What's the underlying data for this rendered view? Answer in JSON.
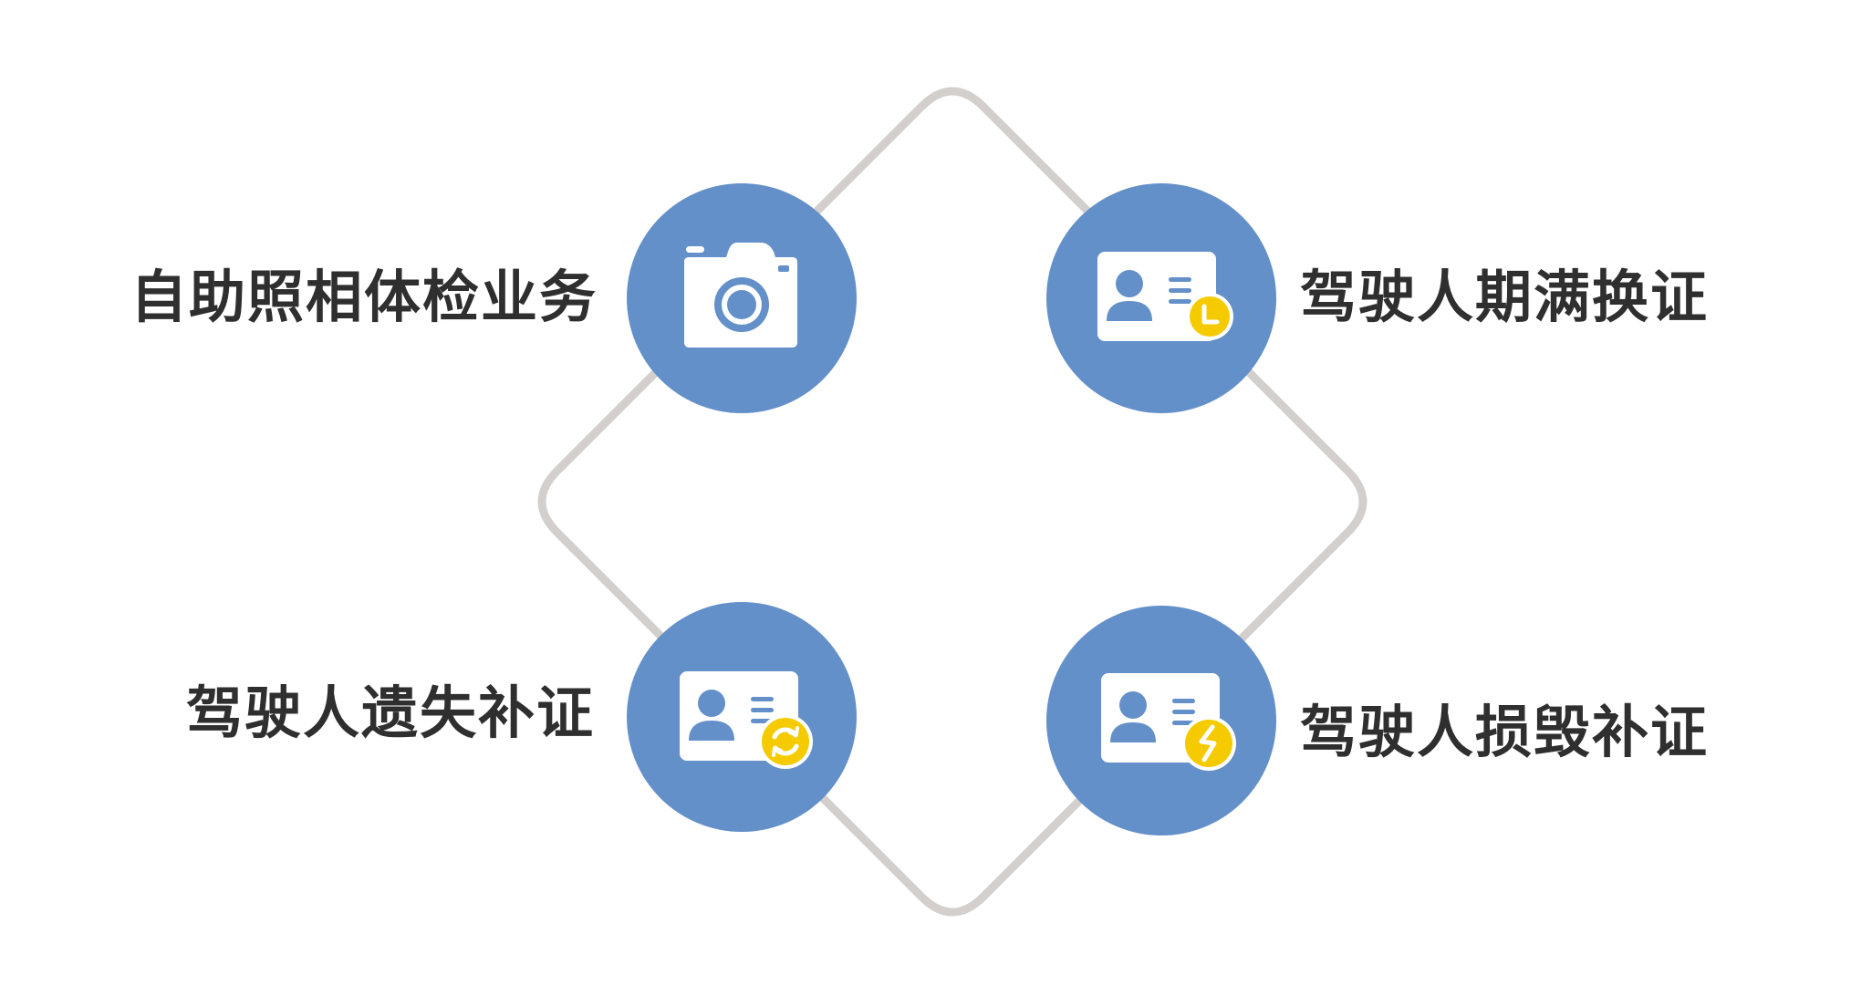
{
  "colors": {
    "circle": "#6490C9",
    "outline": "#D3CFCC",
    "card": "#FFFFFF",
    "accent": "#F5CB00",
    "text": "#2F2F2F"
  },
  "nodes": [
    {
      "id": "tl",
      "label": "自助照相体检业务",
      "icon": "camera-icon"
    },
    {
      "id": "tr",
      "label": "驾驶人期满换证",
      "icon": "id-card-clock-icon"
    },
    {
      "id": "bl",
      "label": "驾驶人遗失补证",
      "icon": "id-card-refresh-icon"
    },
    {
      "id": "br",
      "label": "驾驶人损毁补证",
      "icon": "id-card-lightning-icon"
    }
  ]
}
